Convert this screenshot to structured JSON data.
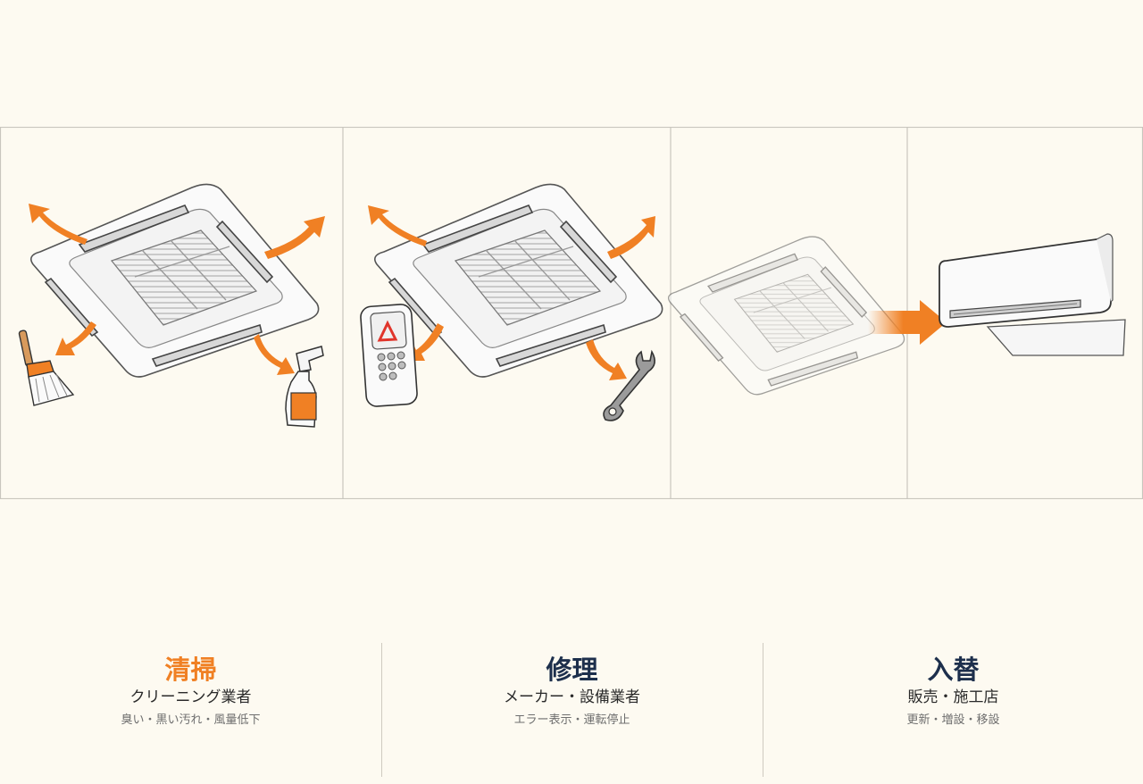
{
  "colors": {
    "accent_orange": "#f08024",
    "navy": "#1d2f4c",
    "background": "#fdfaf1",
    "border": "#c9c6be"
  },
  "illustration": {
    "panels": [
      {
        "name": "cleaning-panel",
        "icons": [
          "air-outlet-arrows-icon",
          "brush-icon",
          "spray-bottle-icon"
        ]
      },
      {
        "name": "repair-panel",
        "icons": [
          "air-outlet-arrows-icon",
          "remote-warning-icon",
          "wrench-icon"
        ]
      },
      {
        "name": "replace-panel-old",
        "icons": [
          "faded-cassette-unit-icon",
          "arrow-right-icon"
        ]
      },
      {
        "name": "replace-panel-new",
        "icons": [
          "wall-air-conditioner-icon"
        ]
      }
    ]
  },
  "services": [
    {
      "title": "清掃",
      "subtitle": "クリーニング業者",
      "note": "臭い・黒い汚れ・風量低下",
      "title_color": "#f08024"
    },
    {
      "title": "修理",
      "subtitle": "メーカー・設備業者",
      "note": "エラー表示・運転停止",
      "title_color": "#1d2f4c"
    },
    {
      "title": "入替",
      "subtitle": "販売・施工店",
      "note": "更新・増設・移設",
      "title_color": "#1d2f4c"
    }
  ]
}
